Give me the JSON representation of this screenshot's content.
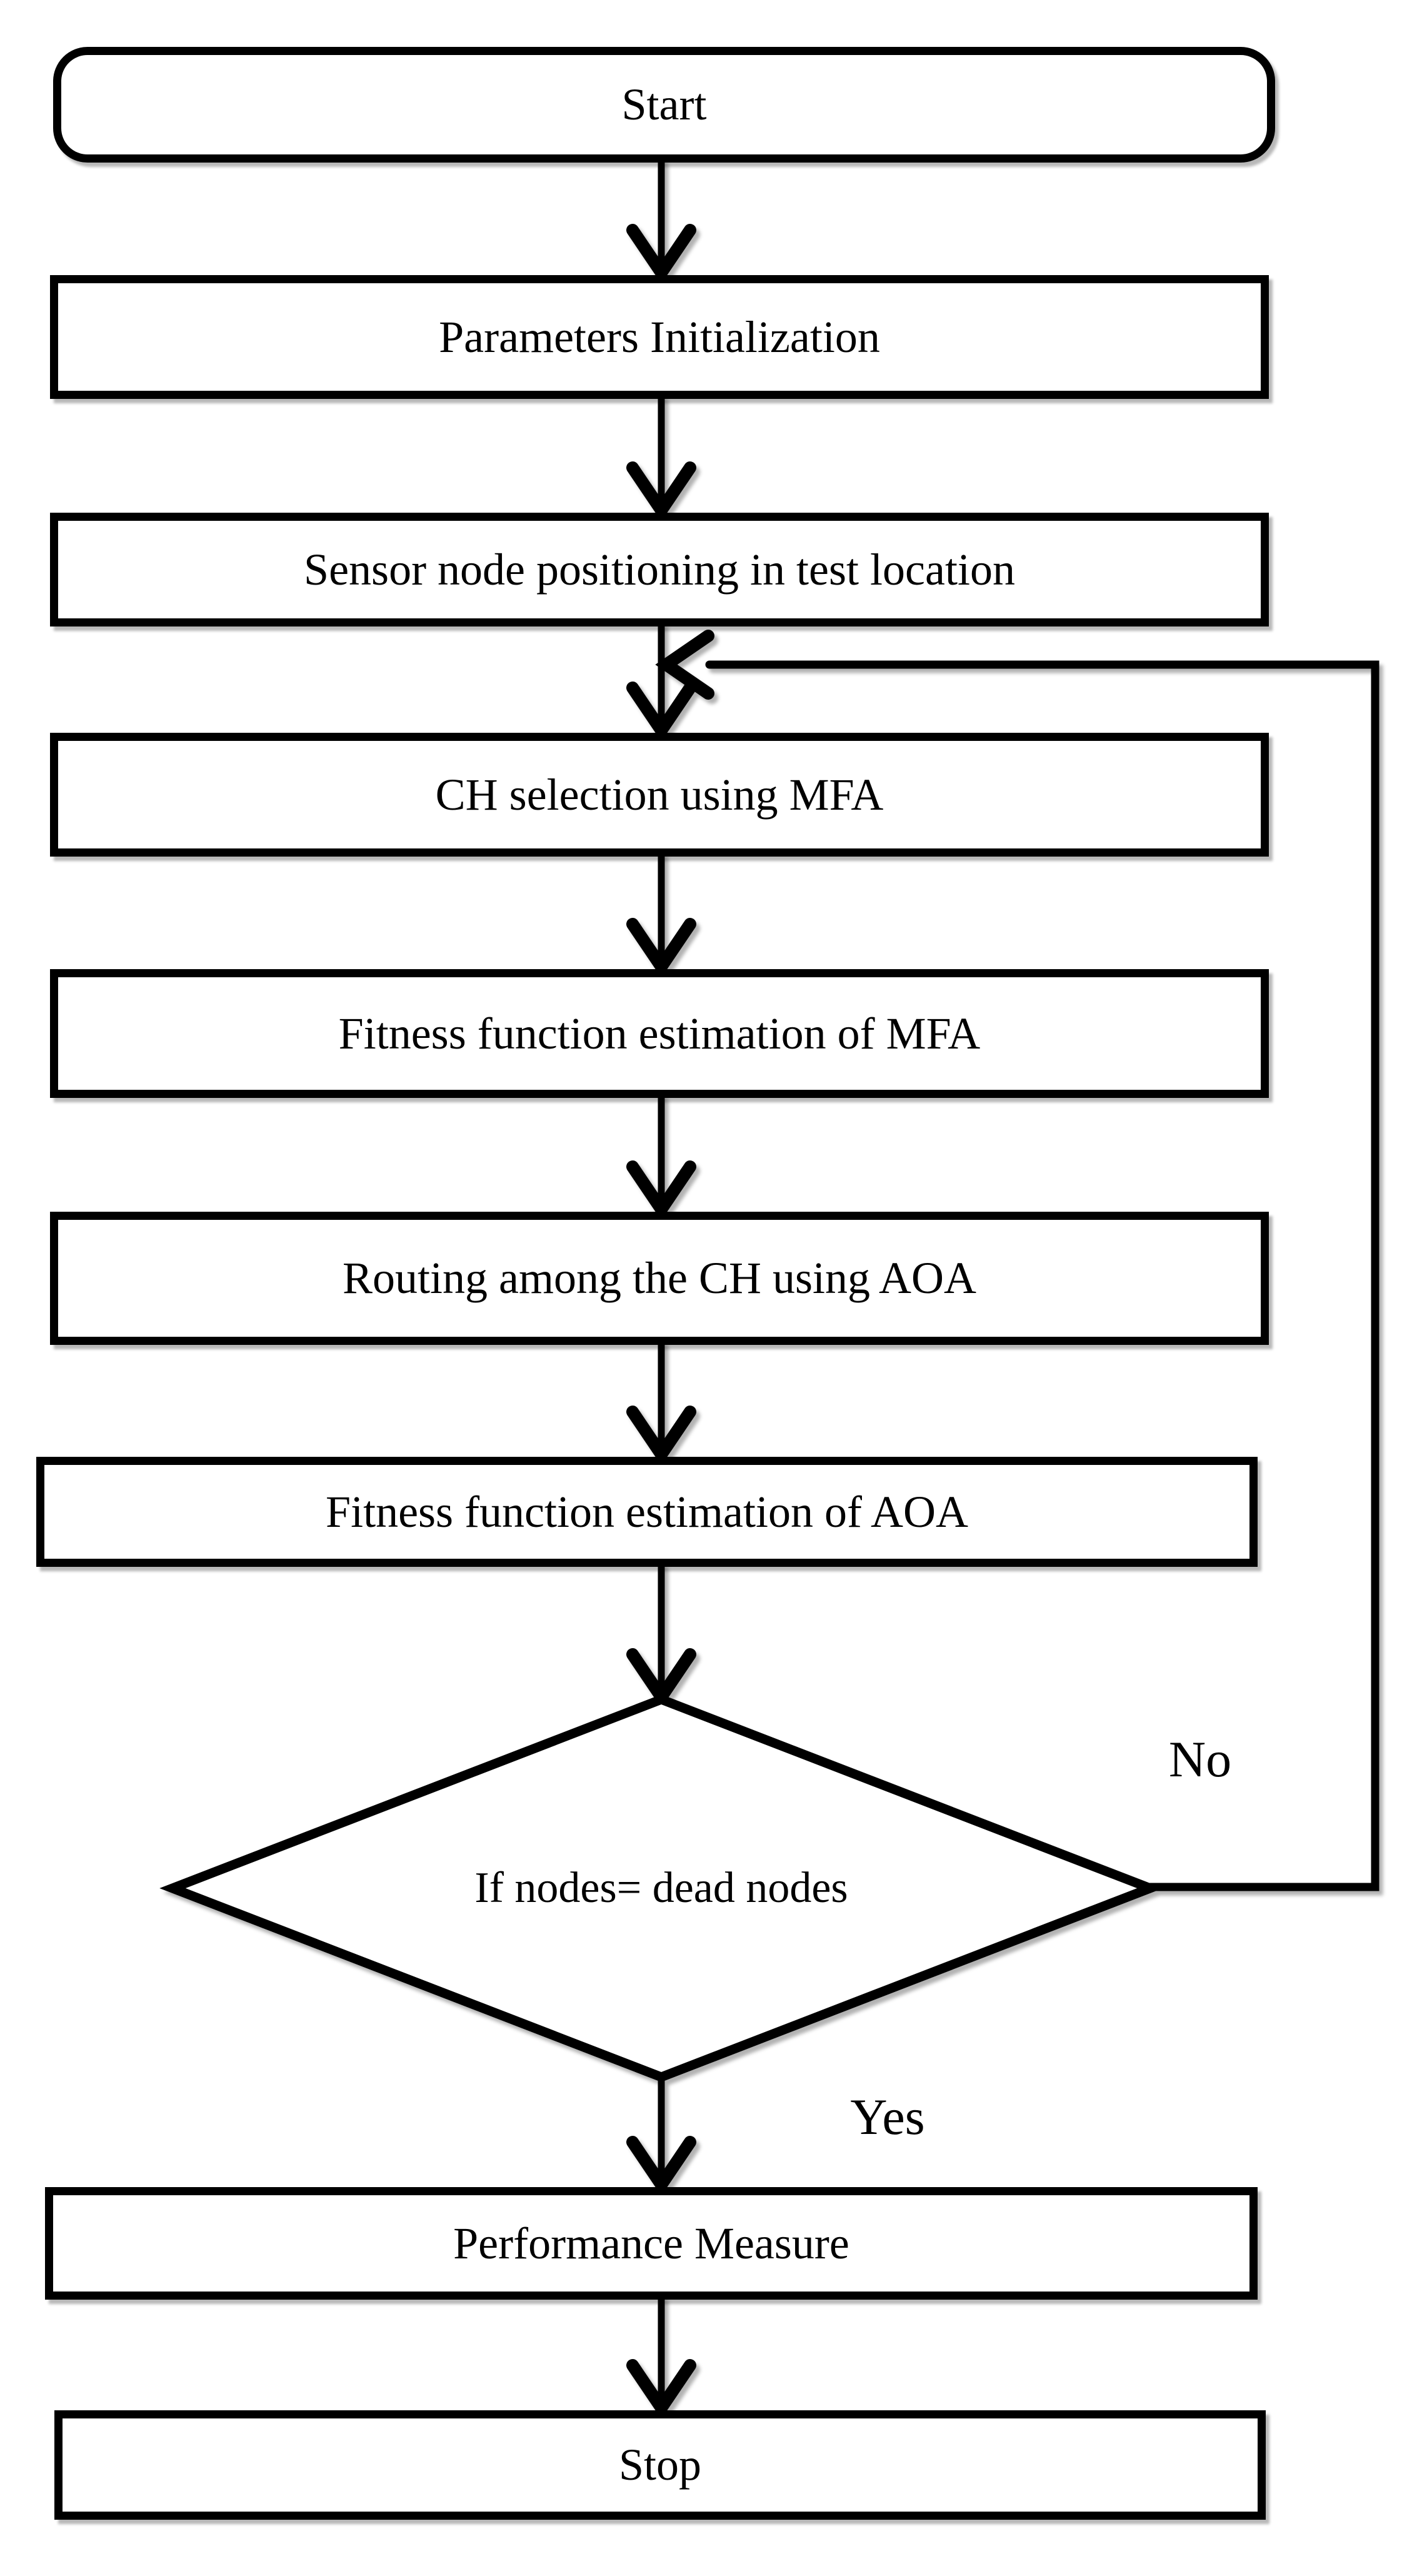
{
  "diagram": {
    "type": "flowchart",
    "colors": {
      "background": "#ffffff",
      "stroke": "#000000",
      "node_fill": "#ffffff",
      "shadow": "#bdbdbd"
    },
    "nodes": [
      {
        "id": "start",
        "type": "terminator",
        "label": "Start"
      },
      {
        "id": "parameters-init",
        "type": "process",
        "label": "Parameters Initialization"
      },
      {
        "id": "sensor-positioning",
        "type": "process",
        "label": "Sensor node positioning in test location"
      },
      {
        "id": "ch-selection",
        "type": "process",
        "label": "CH selection using MFA"
      },
      {
        "id": "fitness-mfa",
        "type": "process",
        "label": "Fitness function estimation of MFA"
      },
      {
        "id": "routing-aoa",
        "type": "process",
        "label": "Routing among the CH using AOA"
      },
      {
        "id": "fitness-aoa",
        "type": "process",
        "label": "Fitness function estimation of AOA"
      },
      {
        "id": "decision-dead-nodes",
        "type": "decision",
        "label": "If nodes= dead nodes"
      },
      {
        "id": "performance-measure",
        "type": "process",
        "label": "Performance Measure"
      },
      {
        "id": "stop",
        "type": "terminator",
        "label": "Stop"
      }
    ],
    "edge_labels": [
      {
        "id": "no",
        "label": "No"
      },
      {
        "id": "yes",
        "label": "Yes"
      }
    ],
    "edges": [
      {
        "from": "start",
        "to": "parameters-init"
      },
      {
        "from": "parameters-init",
        "to": "sensor-positioning"
      },
      {
        "from": "sensor-positioning",
        "to": "ch-selection"
      },
      {
        "from": "ch-selection",
        "to": "fitness-mfa"
      },
      {
        "from": "fitness-mfa",
        "to": "routing-aoa"
      },
      {
        "from": "routing-aoa",
        "to": "fitness-aoa"
      },
      {
        "from": "fitness-aoa",
        "to": "decision-dead-nodes"
      },
      {
        "from": "decision-dead-nodes",
        "to": "ch-selection",
        "label": "No",
        "style": "loop-right"
      },
      {
        "from": "decision-dead-nodes",
        "to": "performance-measure",
        "label": "Yes"
      },
      {
        "from": "performance-measure",
        "to": "stop"
      }
    ]
  }
}
